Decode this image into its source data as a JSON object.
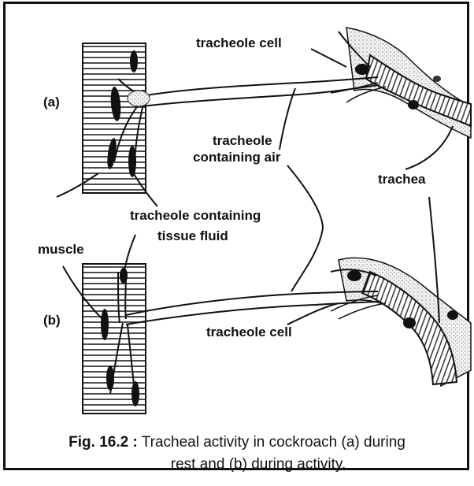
{
  "labels": {
    "part_a": "(a)",
    "part_b": "(b)",
    "tracheole_cell_top": "tracheole cell",
    "tracheole_air_line1": "tracheole",
    "tracheole_air_line2": "containing  air",
    "trachea": "trachea",
    "tracheole_fluid_line1": "tracheole containing",
    "tracheole_fluid_line2": "tissue fluid",
    "muscle": "muscle",
    "tracheole_cell_bottom": "tracheole cell"
  },
  "caption": {
    "prefix": "Fig. 16.2 :",
    "line1": " Tracheal activity in cockroach (a) during",
    "line2": "rest and (b) during activity."
  }
}
